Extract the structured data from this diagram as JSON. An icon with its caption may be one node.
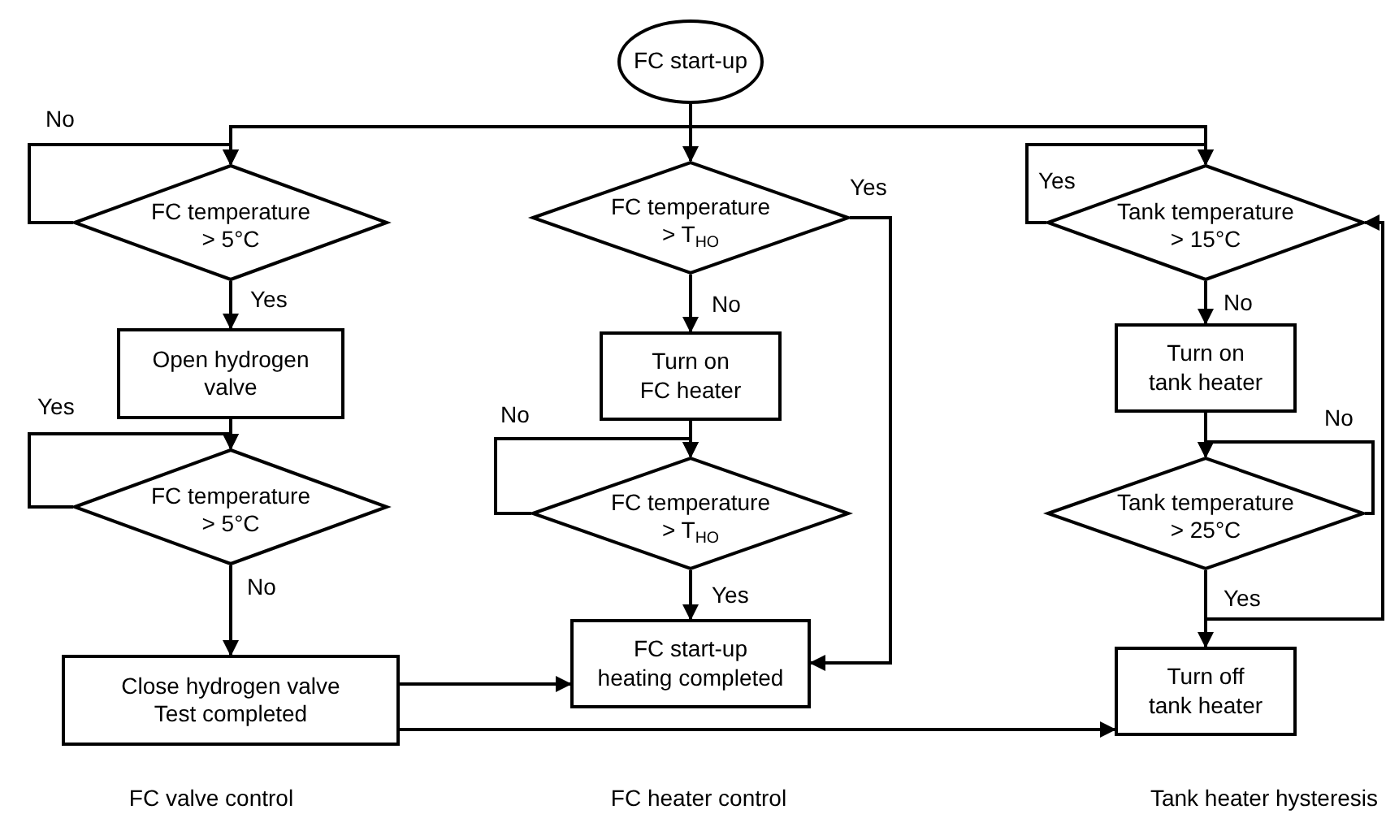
{
  "diagram": {
    "nodes": [
      {
        "text": [
          "FC start-up"
        ]
      },
      {
        "text": [
          "FC temperature > 5°C"
        ]
      },
      {
        "text": [
          "Open hydrogen valve"
        ]
      },
      {
        "text": [
          "FC temperature > 5°C"
        ]
      },
      {
        "text": [
          "Close hydrogen valve Test completed"
        ]
      },
      {
        "text": [
          "FC temperature > T$_{HO}$"
        ]
      },
      {
        "text": [
          "Turn on FC heater"
        ]
      },
      {
        "text": [
          "FC temperature > T$_{HO}$"
        ]
      },
      {
        "text": [
          "FC start-up heating completed"
        ]
      },
      {
        "text": [
          "Tank temperature > 15°C"
        ]
      },
      {
        "text": [
          "Turn on tank heater"
        ]
      },
      {
        "text": [
          "Tank temperature > 25°C"
        ]
      },
      {
        "text": [
          "Turn off tank heater"
        ]
      }
    ],
    "edges": [
      {
        "from": 0,
        "to": 1,
        "arrow": "to"
      },
      {
        "from": 0,
        "to": 5,
        "arrow": "to"
      },
      {
        "from": 0,
        "to": 9,
        "arrow": "to"
      },
      {
        "from": 1,
        "to": 1,
        "arrow": "to",
        "label": "No"
      },
      {
        "from": 1,
        "to": 2,
        "arrow": "to",
        "label": "Yes"
      },
      {
        "from": 2,
        "to": 3,
        "arrow": "to"
      },
      {
        "from": 3,
        "to": 3,
        "arrow": "to",
        "label": "Yes"
      },
      {
        "from": 3,
        "to": 4,
        "arrow": "to",
        "label": "No"
      },
      {
        "from": 5,
        "to": 8,
        "arrow": "to",
        "label": "Yes"
      },
      {
        "from": 5,
        "to": 6,
        "arrow": "to",
        "label": "No"
      },
      {
        "from": 6,
        "to": 7,
        "arrow": "to"
      },
      {
        "from": 7,
        "to": 7,
        "arrow": "to",
        "label": "No"
      },
      {
        "from": 7,
        "to": 8,
        "arrow": "to",
        "label": "Yes"
      },
      {
        "from": 4,
        "to": 8,
        "arrow": "to"
      },
      {
        "from": 4,
        "to": 12,
        "arrow": "to"
      },
      {
        "from": 9,
        "to": 9,
        "arrow": "to",
        "label": "Yes"
      },
      {
        "from": 9,
        "to": 10,
        "arrow": "to",
        "label": "No"
      },
      {
        "from": 10,
        "to": 11,
        "arrow": "to"
      },
      {
        "from": 11,
        "to": 11,
        "arrow": "to",
        "label": "No"
      },
      {
        "from": 11,
        "to": 12,
        "arrow": "to",
        "label": "Yes"
      },
      {
        "from": 11,
        "to": 9,
        "arrow": "to"
      }
    ],
    "labels": [
      "FC valve control",
      "FC heater control",
      "Tank heater hysteresis"
    ]
  }
}
